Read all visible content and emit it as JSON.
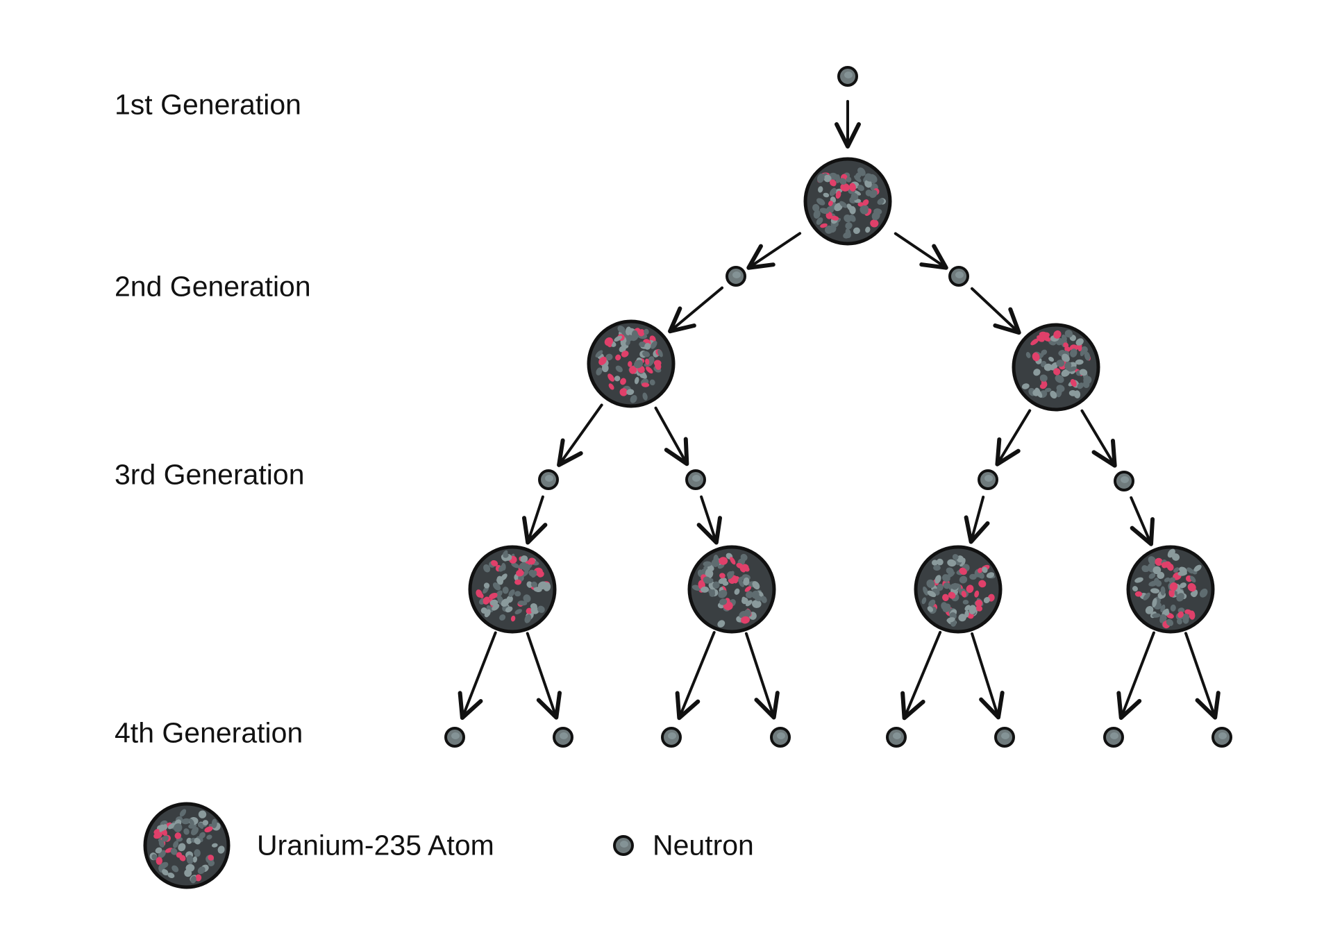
{
  "generations": [
    {
      "label": "1st Generation",
      "neutrons": 1,
      "atoms": 1
    },
    {
      "label": "2nd Generation",
      "neutrons": 2,
      "atoms": 2
    },
    {
      "label": "3rd Generation",
      "neutrons": 4,
      "atoms": 4
    },
    {
      "label": "4th Generation",
      "neutrons": 8,
      "atoms": 0
    }
  ],
  "legend": {
    "atom_label": "Uranium-235 Atom",
    "neutron_label": "Neutron"
  },
  "colors": {
    "atom_body": "#3a3f42",
    "atom_cell": "#5f6c70",
    "atom_cell_light": "#8a9a9c",
    "atom_pink": "#e0406a",
    "neutron_fill": "#6f7a7c",
    "outline": "#111111",
    "arrow": "#111111"
  }
}
